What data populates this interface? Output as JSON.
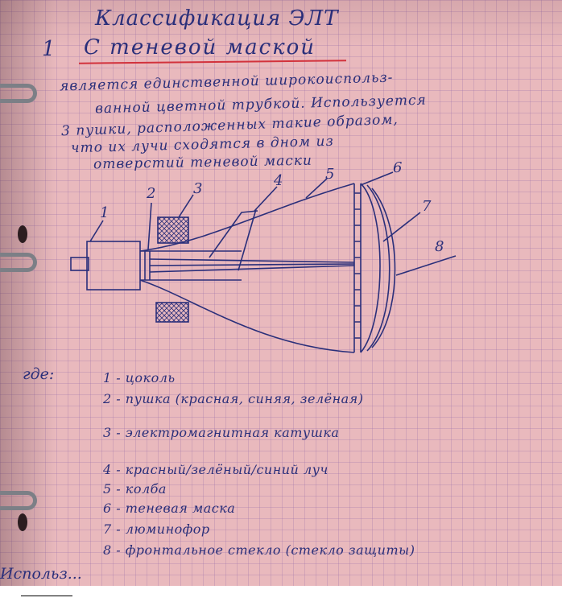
{
  "title": "Классификация ЭЛТ",
  "section": {
    "number": "1",
    "heading": "С теневой маской"
  },
  "description": [
    "является единственной широкоиспольз-",
    "ванной цветной трубкой. Используется",
    "3 пушки, расположенных такие образом,",
    "что их лучи сходятся в дном из",
    "отверстий теневой маски"
  ],
  "diagram_numbers": [
    "1",
    "2",
    "3",
    "4",
    "5",
    "6",
    "7",
    "8"
  ],
  "where_label": "где:",
  "legend": [
    "1 - цоколь",
    "2 - пушка (красная, синяя, зелёная)",
    "3 - электромагнитная катушка",
    "4 - красный/зелёный/синий луч",
    "5 - колба",
    "6 - теневая маска",
    "7 - люминофор",
    "8 - фронтальное стекло (стекло защиты)"
  ],
  "bottom_fragment": "Использ...",
  "colors": {
    "paper": "#e9b9bd",
    "ink": "#2a2f7a",
    "underline": "#d2323c"
  }
}
